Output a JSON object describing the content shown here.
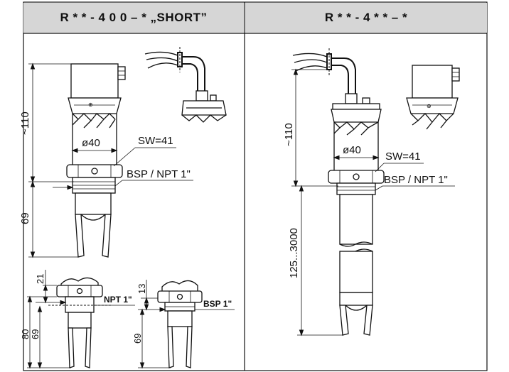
{
  "headers": {
    "left": "R * * - 4 0 0 – * „SHORT”",
    "right": "R * * - 4 * * – *"
  },
  "left_main": {
    "height": "~110",
    "diameter": "ø40",
    "wrench": "SW=41",
    "thread": "BSP / NPT 1\"",
    "length": "69"
  },
  "left_bottom_npt": {
    "top": "21",
    "outer": "80",
    "inner": "69",
    "thread": "NPT 1\""
  },
  "left_bottom_bsp": {
    "top": "13",
    "inner": "69",
    "thread": "BSP 1\""
  },
  "right_main": {
    "height": "~110",
    "diameter": "ø40",
    "wrench": "SW=41",
    "thread": "BSP / NPT 1\"",
    "length": "125...3000"
  }
}
